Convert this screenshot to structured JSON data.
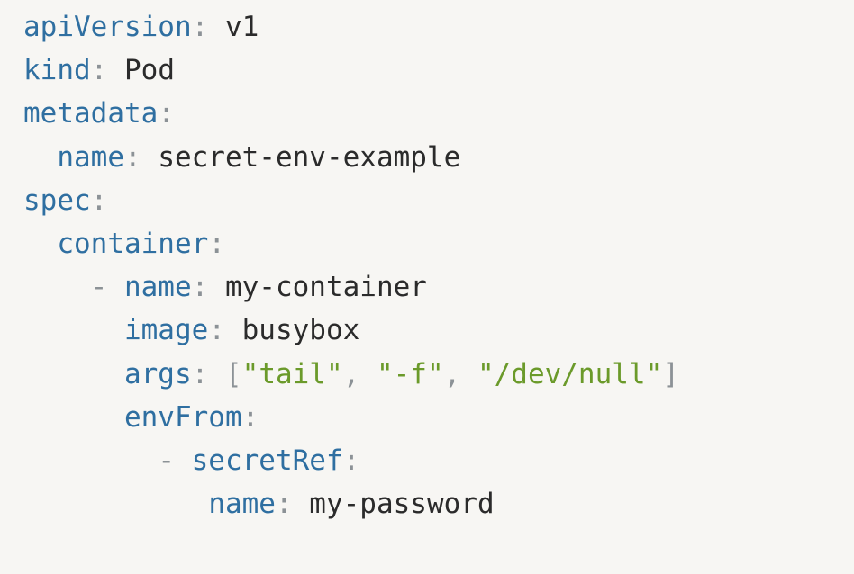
{
  "code": {
    "language": "yaml",
    "lines": [
      {
        "indent": "",
        "dash": "",
        "key": "apiVersion",
        "colon": ":",
        "value": " v1"
      },
      {
        "indent": "",
        "dash": "",
        "key": "kind",
        "colon": ":",
        "value": " Pod"
      },
      {
        "indent": "",
        "dash": "",
        "key": "metadata",
        "colon": ":",
        "value": ""
      },
      {
        "indent": "  ",
        "dash": "",
        "key": "name",
        "colon": ":",
        "value": " secret-env-example"
      },
      {
        "indent": "",
        "dash": "",
        "key": "spec",
        "colon": ":",
        "value": ""
      },
      {
        "indent": "  ",
        "dash": "",
        "key": "container",
        "colon": ":",
        "value": ""
      },
      {
        "indent": "    ",
        "dash": "- ",
        "key": "name",
        "colon": ":",
        "value": " my-container"
      },
      {
        "indent": "      ",
        "dash": "",
        "key": "image",
        "colon": ":",
        "value": " busybox"
      },
      {
        "indent": "      ",
        "dash": "",
        "key": "args",
        "colon": ":",
        "value": " ",
        "array": {
          "open": "[",
          "close": "]",
          "sep": ", ",
          "items": [
            "\"tail\"",
            "\"-f\"",
            "\"/dev/null\""
          ]
        }
      },
      {
        "indent": "      ",
        "dash": "",
        "key": "envFrom",
        "colon": ":",
        "value": ""
      },
      {
        "indent": "        ",
        "dash": "- ",
        "key": "secretRef",
        "colon": ":",
        "value": ""
      },
      {
        "indent": "           ",
        "dash": "",
        "key": "name",
        "colon": ":",
        "value": " my-password"
      }
    ]
  },
  "colors": {
    "background": "#f7f6f3",
    "key": "#2f6fa1",
    "value": "#2b2b2b",
    "string": "#6b9a2a",
    "punctuation": "#8c9296"
  }
}
